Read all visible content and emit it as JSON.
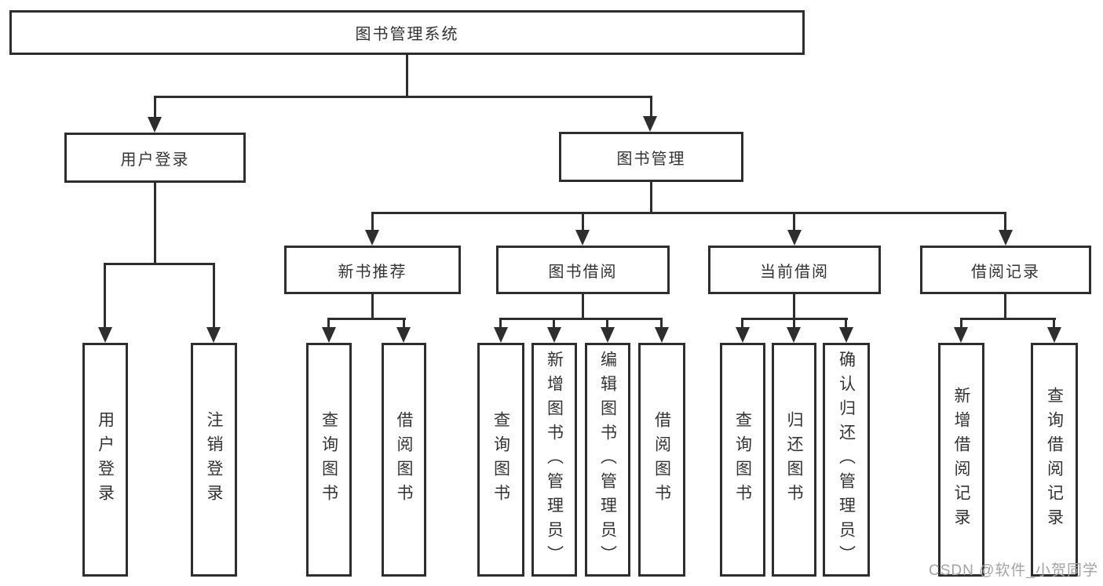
{
  "colors": {
    "line": "#2e2e2e",
    "text": "#333333",
    "background": "#ffffff",
    "watermark": "#a3a3a3"
  },
  "diagram_type": "hierarchy-flowchart",
  "nodes": {
    "root": "图书管理系统",
    "user_login": "用户登录",
    "book_management": "图书管理",
    "new_book_recommend": "新书推荐",
    "book_borrow": "图书借阅",
    "current_borrow": "当前借阅",
    "borrow_records": "借阅记录",
    "leaf_user_login": "用户登录",
    "leaf_logout": "注销登录",
    "leaf_nbr_query_books": "查询图书",
    "leaf_nbr_borrow_books": "借阅图书",
    "leaf_bb_query_books": "查询图书",
    "leaf_bb_add_books": "新增图书（管理员）",
    "leaf_bb_edit_books": "编辑图书（管理员）",
    "leaf_bb_borrow_books": "借阅图书",
    "leaf_cb_query_books": "查询图书",
    "leaf_cb_return_books": "归还图书",
    "leaf_cb_confirm_return": "确认归还（管理员）",
    "leaf_br_add_record": "新增借阅记录",
    "leaf_br_query_record": "查询借阅记录"
  },
  "watermark": {
    "text": "CSDN @软件_小贺同学"
  }
}
